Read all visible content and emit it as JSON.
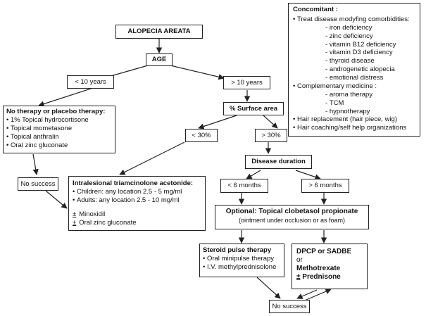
{
  "concomitant": {
    "title": "Concomitant :",
    "items": [
      {
        "text": "Treat disease modyfing comorbidities:",
        "sub": [
          "iron deficiency",
          "zinc deficiency",
          "vitamin B12 deficiency",
          "vitamin D3 deficiency",
          "thyroid disease",
          "androgenetic alopecia",
          "emotional distress"
        ]
      },
      {
        "text": "Complementary medicine :",
        "sub": [
          "aroma therapy",
          "TCM",
          "hypnotherapy"
        ]
      },
      {
        "text": "Hair replacement (hair piece, wig)",
        "sub": []
      },
      {
        "text": "Hair coaching/self help organizations",
        "sub": []
      }
    ]
  },
  "nodes": {
    "alopecia": "ALOPECIA AREATA",
    "age": "AGE",
    "lt10": "< 10 years",
    "gt10": "> 10 years",
    "surface": "% Surface area",
    "lt30": "< 30%",
    "gt30": "> 30%",
    "duration": "Disease duration",
    "lt6": "< 6 months",
    "gt6": "> 6 months",
    "no_success_1": "No success",
    "no_success_2": "No success"
  },
  "no_therapy": {
    "title": "No therapy or placebo therapy:",
    "items": [
      "1% Topical hydrocortisone",
      "Topical mometasone",
      "Topical anthralin",
      "Oral zinc gluconate"
    ]
  },
  "intralesional": {
    "title": "Intralesional triamcinolone acetonide:",
    "items": [
      "Children: any location 2.5 - 5 mg/ml",
      "Adults: any location 2.5 - 10 mg/ml"
    ],
    "plusminus": "±",
    "extras": [
      "Minoxidil",
      "Oral zinc gluconate"
    ]
  },
  "clobetasol": {
    "title": "Optional: Topical clobetasol propionate",
    "note": "(ointment under occlusion or as foam)"
  },
  "pulse": {
    "title": "Steroid pulse therapy",
    "items": [
      "Oral minipulse therapy",
      "I.V. methylprednisolone"
    ]
  },
  "dpcp": {
    "line1": "DPCP or SADBE",
    "line2": "or",
    "line3": "Methotrexate",
    "plusminus": "±",
    "line4": "Prednisone"
  }
}
